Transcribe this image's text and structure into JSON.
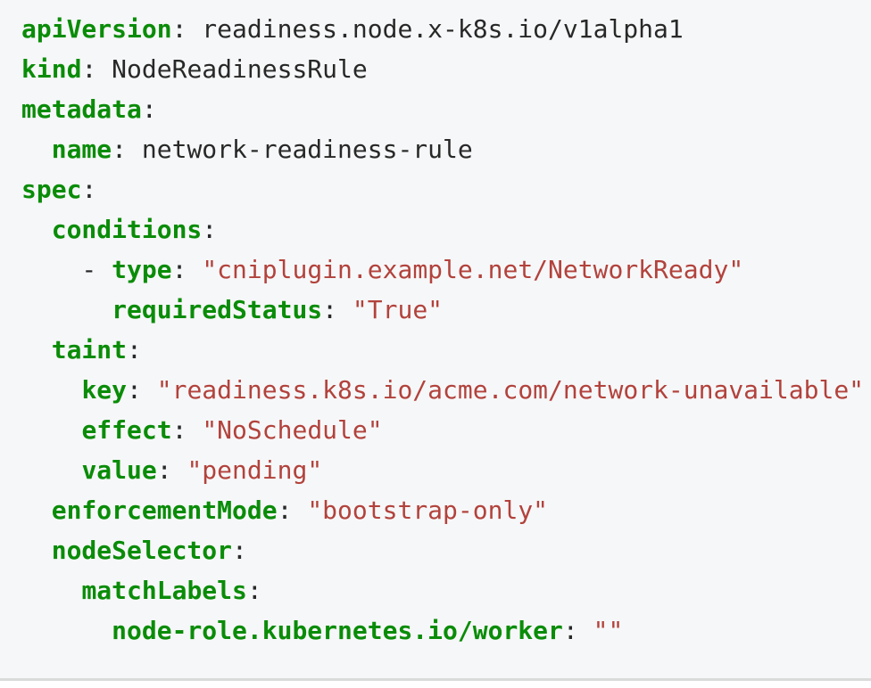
{
  "page": {
    "background": "#ffffff"
  },
  "code_block": {
    "language": "yaml",
    "background": "#f6f7f8",
    "border_bottom_color": "#d9dbdb",
    "colors": {
      "key": "#0a8c08",
      "string": "#b2423c",
      "plain": "#282828"
    },
    "lines": [
      {
        "tokens": [
          {
            "type": "key",
            "text": "apiVersion"
          },
          {
            "type": "plain",
            "text": ": readiness.node.x-k8s.io/v1alpha1"
          }
        ]
      },
      {
        "tokens": [
          {
            "type": "key",
            "text": "kind"
          },
          {
            "type": "plain",
            "text": ": NodeReadinessRule"
          }
        ]
      },
      {
        "tokens": [
          {
            "type": "key",
            "text": "metadata"
          },
          {
            "type": "plain",
            "text": ":"
          }
        ]
      },
      {
        "tokens": [
          {
            "type": "plain",
            "text": "  "
          },
          {
            "type": "key",
            "text": "name"
          },
          {
            "type": "plain",
            "text": ": network-readiness-rule"
          }
        ]
      },
      {
        "tokens": [
          {
            "type": "key",
            "text": "spec"
          },
          {
            "type": "plain",
            "text": ":"
          }
        ]
      },
      {
        "tokens": [
          {
            "type": "plain",
            "text": "  "
          },
          {
            "type": "key",
            "text": "conditions"
          },
          {
            "type": "plain",
            "text": ":"
          }
        ]
      },
      {
        "tokens": [
          {
            "type": "plain",
            "text": "    - "
          },
          {
            "type": "key",
            "text": "type"
          },
          {
            "type": "plain",
            "text": ": "
          },
          {
            "type": "string",
            "text": "\"cniplugin.example.net/NetworkReady\""
          }
        ]
      },
      {
        "tokens": [
          {
            "type": "plain",
            "text": "      "
          },
          {
            "type": "key",
            "text": "requiredStatus"
          },
          {
            "type": "plain",
            "text": ": "
          },
          {
            "type": "string",
            "text": "\"True\""
          }
        ]
      },
      {
        "tokens": [
          {
            "type": "plain",
            "text": "  "
          },
          {
            "type": "key",
            "text": "taint"
          },
          {
            "type": "plain",
            "text": ":"
          }
        ]
      },
      {
        "tokens": [
          {
            "type": "plain",
            "text": "    "
          },
          {
            "type": "key",
            "text": "key"
          },
          {
            "type": "plain",
            "text": ": "
          },
          {
            "type": "string",
            "text": "\"readiness.k8s.io/acme.com/network-unavailable\""
          }
        ]
      },
      {
        "tokens": [
          {
            "type": "plain",
            "text": "    "
          },
          {
            "type": "key",
            "text": "effect"
          },
          {
            "type": "plain",
            "text": ": "
          },
          {
            "type": "string",
            "text": "\"NoSchedule\""
          }
        ]
      },
      {
        "tokens": [
          {
            "type": "plain",
            "text": "    "
          },
          {
            "type": "key",
            "text": "value"
          },
          {
            "type": "plain",
            "text": ": "
          },
          {
            "type": "string",
            "text": "\"pending\""
          }
        ]
      },
      {
        "tokens": [
          {
            "type": "plain",
            "text": "  "
          },
          {
            "type": "key",
            "text": "enforcementMode"
          },
          {
            "type": "plain",
            "text": ": "
          },
          {
            "type": "string",
            "text": "\"bootstrap-only\""
          }
        ]
      },
      {
        "tokens": [
          {
            "type": "plain",
            "text": "  "
          },
          {
            "type": "key",
            "text": "nodeSelector"
          },
          {
            "type": "plain",
            "text": ":"
          }
        ]
      },
      {
        "tokens": [
          {
            "type": "plain",
            "text": "    "
          },
          {
            "type": "key",
            "text": "matchLabels"
          },
          {
            "type": "plain",
            "text": ":"
          }
        ]
      },
      {
        "tokens": [
          {
            "type": "plain",
            "text": "      "
          },
          {
            "type": "key",
            "text": "node-role.kubernetes.io/worker"
          },
          {
            "type": "plain",
            "text": ": "
          },
          {
            "type": "string",
            "text": "\"\""
          }
        ]
      }
    ]
  }
}
